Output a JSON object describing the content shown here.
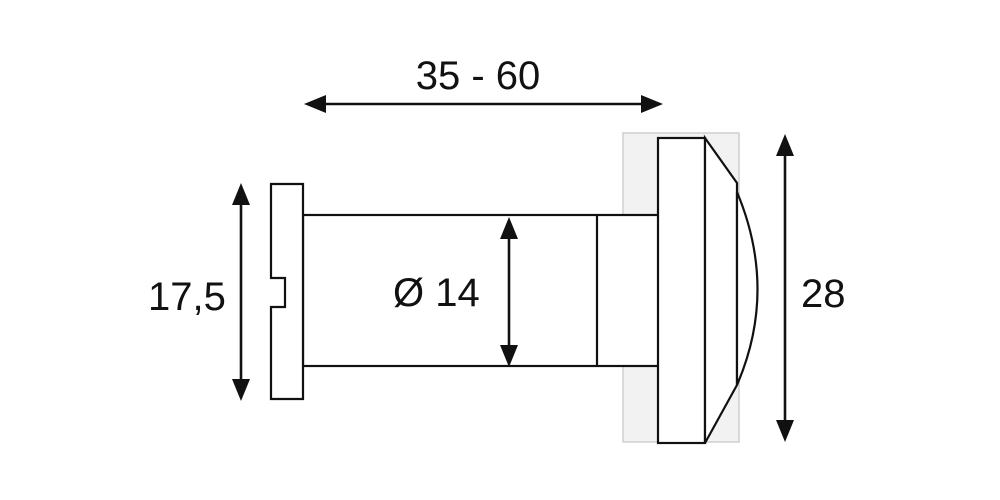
{
  "dimensions": {
    "length_range": "35 - 60",
    "flange_diameter": "17,5",
    "barrel_diameter": "Ø 14",
    "head_diameter": "28"
  },
  "colors": {
    "line": "#111111",
    "door_fill": "#f2f2f2",
    "door_edge": "#cfcfcf"
  }
}
